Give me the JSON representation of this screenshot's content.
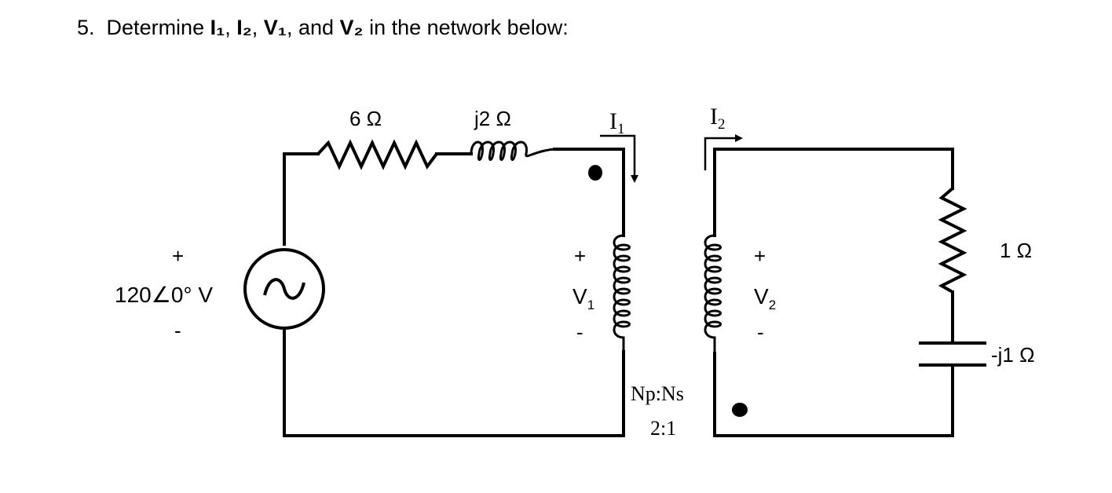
{
  "question": {
    "number": "5.",
    "prefix": "Determine ",
    "i1": "I₁",
    "sep1": ", ",
    "i2": "I₂",
    "sep2": ", ",
    "v1": "V₁",
    "sep3": ", and ",
    "v2": "V₂",
    "suffix": " in the network below:"
  },
  "circuit": {
    "source_label": "120∠0° V",
    "source_plus": "+",
    "source_minus": "-",
    "r_series_label": "6 Ω",
    "l_series_label": "j2 Ω",
    "i1_letter": "I",
    "i1_sub": "1",
    "i2_letter": "I",
    "i2_sub": "2",
    "v1_plus": "+",
    "v1_letter": "V",
    "v1_sub": "1",
    "v1_minus": "-",
    "v2_plus": "+",
    "v2_letter": "V",
    "v2_sub": "2",
    "v2_minus": "-",
    "turns_label": "Np:Ns",
    "turns_ratio": "2:1",
    "r_load_label": "1 Ω",
    "c_load_label": "-j1 Ω"
  }
}
